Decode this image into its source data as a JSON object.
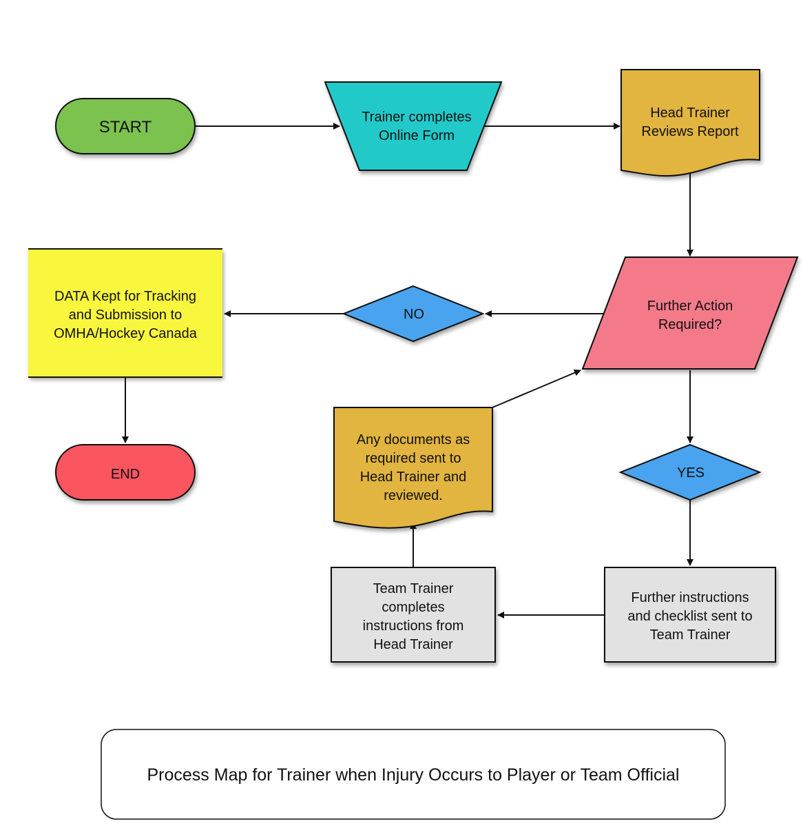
{
  "diagram": {
    "title": "Process Map for Trainer when Injury Occurs to Player or Team Official",
    "colors": {
      "start": "#7bc24f",
      "form": "#22c9c9",
      "document": "#e2b43f",
      "decision_question": "#f47a8a",
      "decision_answer": "#4aa3ee",
      "data": "#f8f73e",
      "end": "#fb5561",
      "process": "#e2e2e2"
    },
    "nodes": {
      "start": {
        "lines": [
          "START"
        ]
      },
      "online_form": {
        "lines": [
          "Trainer completes",
          "Online Form"
        ]
      },
      "head_review": {
        "lines": [
          "Head Trainer",
          "Reviews Report"
        ]
      },
      "further_action": {
        "lines": [
          "Further Action",
          "Required?"
        ]
      },
      "no": {
        "lines": [
          "NO"
        ]
      },
      "data_kept": {
        "lines": [
          "DATA Kept for Tracking",
          "and Submission to",
          "OMHA/Hockey Canada"
        ]
      },
      "end": {
        "lines": [
          "END"
        ]
      },
      "yes": {
        "lines": [
          "YES"
        ]
      },
      "further_instructions": {
        "lines": [
          "Further instructions",
          "and checklist sent to",
          "Team Trainer"
        ]
      },
      "team_trainer_completes": {
        "lines": [
          "Team Trainer",
          "completes",
          "instructions from",
          "Head Trainer"
        ]
      },
      "documents_sent": {
        "lines": [
          "Any documents as",
          "required sent to",
          "Head Trainer and",
          "reviewed."
        ]
      }
    },
    "edges": [
      {
        "from": "start",
        "to": "online_form"
      },
      {
        "from": "online_form",
        "to": "head_review"
      },
      {
        "from": "head_review",
        "to": "further_action"
      },
      {
        "from": "further_action",
        "to": "no"
      },
      {
        "from": "no",
        "to": "data_kept"
      },
      {
        "from": "data_kept",
        "to": "end"
      },
      {
        "from": "further_action",
        "to": "yes"
      },
      {
        "from": "yes",
        "to": "further_instructions"
      },
      {
        "from": "further_instructions",
        "to": "team_trainer_completes"
      },
      {
        "from": "team_trainer_completes",
        "to": "documents_sent"
      },
      {
        "from": "documents_sent",
        "to": "further_action"
      }
    ]
  }
}
